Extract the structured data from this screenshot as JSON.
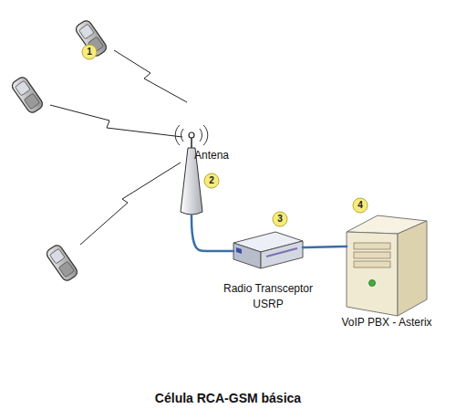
{
  "diagram": {
    "caption": "Célula RCA-GSM básica",
    "nodes": [
      {
        "text": [
          "Antena"
        ]
      },
      {
        "text": [
          "Radio Transceptor USRP"
        ]
      },
      {
        "text": [
          "VoIP PBX - Asterix"
        ]
      }
    ],
    "edges": [
      {
        "from": 0,
        "to": 1,
        "arrow": "none"
      },
      {
        "from": 1,
        "to": 2,
        "arrow": "none"
      }
    ],
    "labels": [
      "1",
      "2",
      "3",
      "4"
    ]
  }
}
